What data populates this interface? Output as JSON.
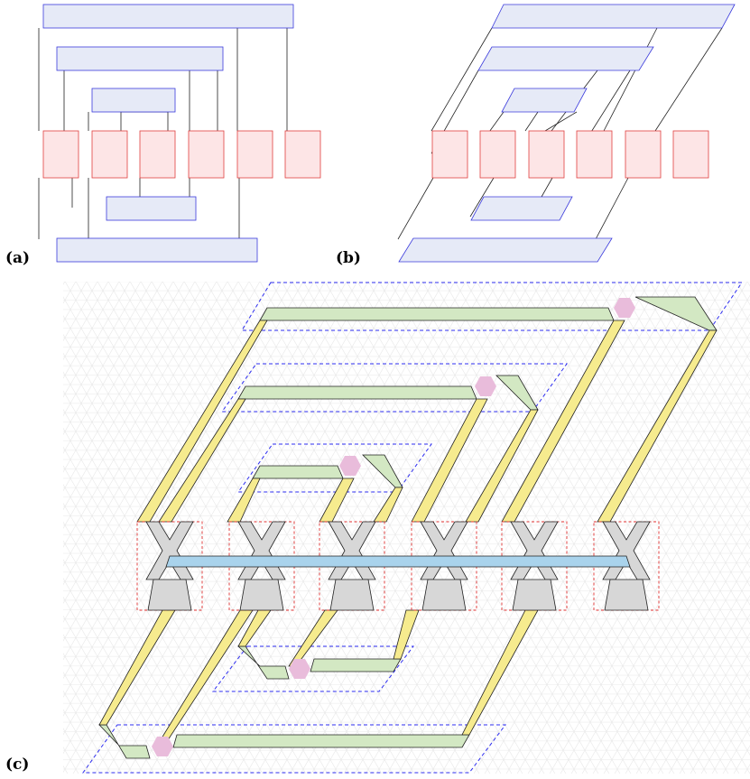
{
  "panels": {
    "a": {
      "label": "(a)"
    },
    "b": {
      "label": "(b)"
    },
    "c": {
      "label": "(c)"
    }
  },
  "colors": {
    "bar_fill": "#e6eaf7",
    "bar_stroke": "#3b3bdc",
    "cell_fill": "#fde5e6",
    "cell_stroke": "#e0403f",
    "strip_green": "#d3e8c3",
    "strip_yellow": "#f6eb8e",
    "strip_blue": "#a9d3ec",
    "strip_gray": "#d7d7d7",
    "hex_pink": "#e9bcdb"
  }
}
